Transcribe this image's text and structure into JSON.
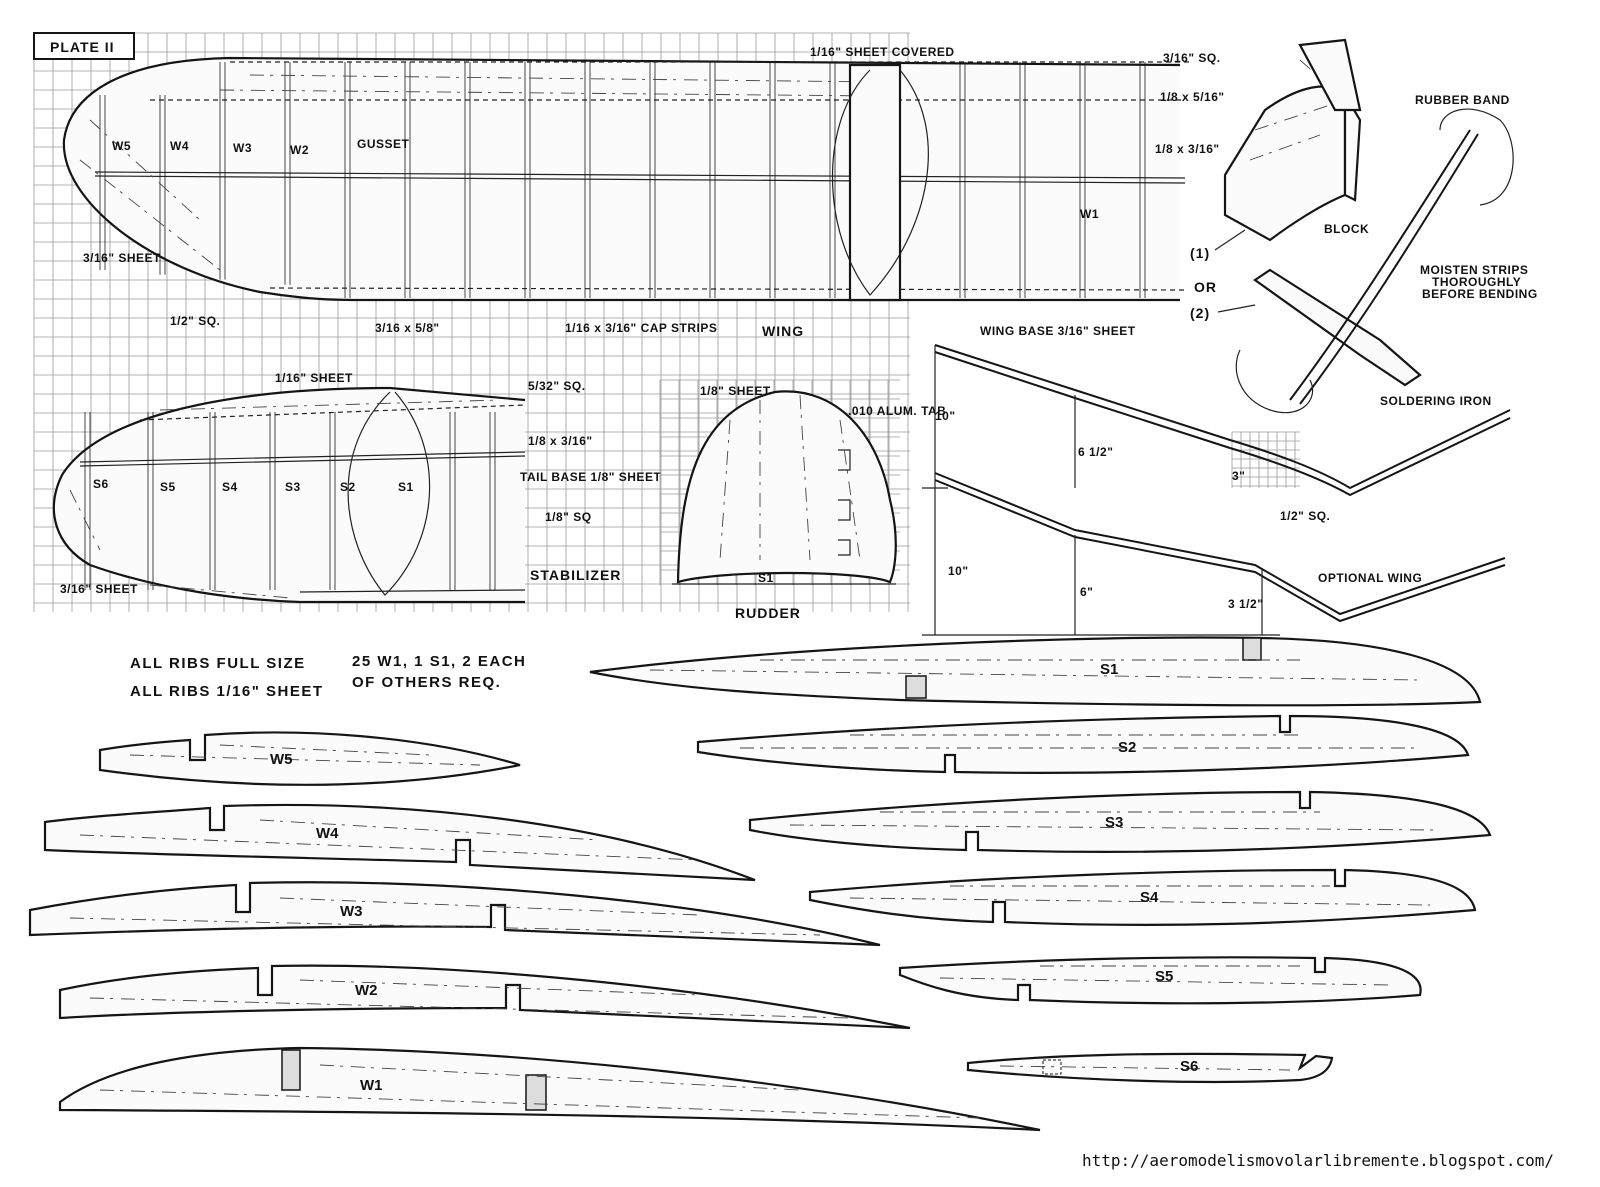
{
  "plate_title": "PLATE II",
  "wing": {
    "title": "WING",
    "ribs": [
      "W5",
      "W4",
      "W3",
      "W2",
      "W1"
    ],
    "labels": {
      "sheet_covered": "1/16\" SHEET COVERED",
      "gusset": "GUSSET",
      "tip_sheet": "3/16\" SHEET",
      "half_sq": "1/2\" SQ.",
      "spar_main": "3/16 x 5/8\"",
      "cap_strips": "1/16 x 3/16\" CAP STRIPS",
      "wing_base": "WING BASE 3/16\" SHEET",
      "le_sq": "3/16\" SQ.",
      "spar_upper": "1/8 x 5/16\"",
      "spar_lower": "1/8 x 3/16\""
    }
  },
  "stabilizer": {
    "title": "STABILIZER",
    "ribs": [
      "S6",
      "S5",
      "S4",
      "S3",
      "S2",
      "S1"
    ],
    "labels": {
      "top_sheet": "1/16\" SHEET",
      "le_sq": "5/32\" SQ.",
      "spar": "1/8 x 3/16\"",
      "tail_base": "TAIL BASE 1/8\" SHEET",
      "te_sq": "1/8\" SQ",
      "tip_sheet": "3/16\" SHEET"
    }
  },
  "rudder": {
    "title": "RUDDER",
    "sheet": "1/8\" SHEET",
    "tab": ".010 ALUM. TAB",
    "base_mark": "S1"
  },
  "dihedral": {
    "dim_10_top": "10\"",
    "dim_6_5": "6 1/2\"",
    "dim_3": "3\"",
    "half_sq": "1/2\" SQ.",
    "dim_10_bottom": "10\"",
    "dim_6": "6\"",
    "dim_3_5": "3 1/2\"",
    "optional_wing": "OPTIONAL WING"
  },
  "bending": {
    "rubber_band": "RUBBER BAND",
    "block": "BLOCK",
    "option_1": "(1)",
    "or": "OR",
    "option_2": "(2)",
    "moisten_note": [
      "MOISTEN STRIPS",
      "THOROUGHLY",
      "BEFORE BENDING"
    ],
    "soldering_iron": "SOLDERING IRON"
  },
  "notes": {
    "ribs_full_size": "ALL RIBS FULL SIZE",
    "ribs_sheet": "ALL RIBS 1/16\" SHEET",
    "required_line1": "25 W1, 1 S1, 2 EACH",
    "required_line2": "OF OTHERS REQ."
  },
  "rib_templates": {
    "wing": [
      "W5",
      "W4",
      "W3",
      "W2",
      "W1"
    ],
    "stabilizer": [
      "S1",
      "S2",
      "S3",
      "S4",
      "S5",
      "S6"
    ]
  },
  "source_url": "http://aeromodelismovolarlibremente.blogspot.com/"
}
